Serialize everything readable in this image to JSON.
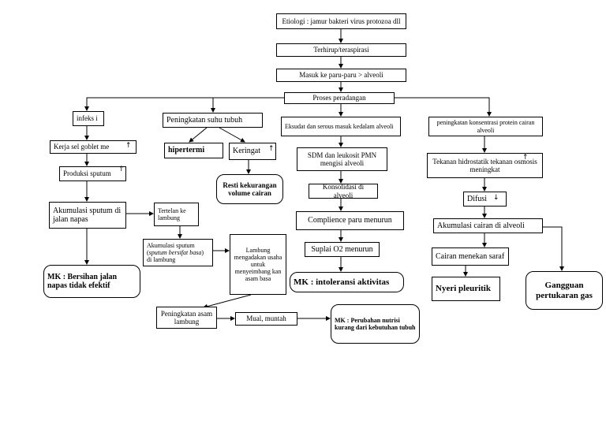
{
  "nodes": {
    "etiologi": "Etiologi : jamur bakteri virus protozoa dll",
    "terhirup": "Terhirup/teraspirasi",
    "masuk": "Masuk ke paru-paru > alveoli",
    "proses": "Proses peradangan",
    "infeksi": "infeks i",
    "kerja_sel": "Kerja sel goblet me",
    "produksi": "Produksi sputum",
    "akumulasi_sputum": "Akumulasi sputum di jalan napas",
    "tertelan": "Tertelan ke lambung",
    "akumulasi_lambung_pre": "Akumulasi sputum (",
    "akumulasi_lambung_italic": "sputum bersifat basa",
    "akumulasi_lambung_post": ") di lambung",
    "lambung_menetralkan": "Lambung mengadakan usaha untuk menyeimbang kan asam basa",
    "peningkatan_asam": "Peningkatan asam lambung",
    "mual": "Mual, muntah",
    "mk_perubahan": "MK : Perubahan nutrisi kurang dari kebutuhan tubuh",
    "mk_bersihan": "MK : Bersihan jalan napas tidak efektif",
    "peningkatan_suhu": "Peningkatan suhu tubuh",
    "hipertermi": "hipertermi",
    "keringat": "Keringat",
    "resti": "Resti kekurangan volume cairan",
    "eksudat": "Eksudat dan serous masuk kedalam alveoli",
    "sdm": "SDM dan leukosit PMN mengisi alveoli",
    "konsolidasi": "Konsolidasi di alveoli",
    "complience": "Complience paru menurun",
    "suplai": "Suplai O2 menurun",
    "mk_intoleransi": "MK : intoleransi aktivitas",
    "peningkatan_konsentrasi": "peningkatan konsentrasi protein cairan alveoli",
    "tekanan": "Tekanan hidrostatik tekanan osmosis meningkat",
    "difusi": "Difusi",
    "akumulasi_cairan": "Akumulasi cairan di alveoli",
    "cairan_menekan": "Cairan menekan saraf",
    "nyeri": "Nyeri pleuritik",
    "gangguan": "Gangguan pertukaran gas"
  },
  "glyphs": {
    "up": "↑",
    "down": "↓"
  }
}
